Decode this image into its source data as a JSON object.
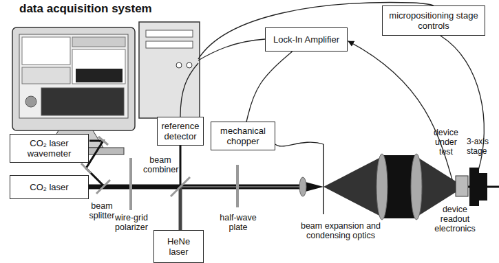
{
  "diagram": {
    "nodes": [
      {
        "text": [
          "micropositioning stage controls"
        ]
      },
      {
        "text": [
          "Lock-In Amplifier"
        ]
      },
      {
        "text": [
          "reference detector"
        ]
      },
      {
        "text": [
          "mechanical chopper"
        ]
      },
      {
        "text": [
          "CO₂ laser wavemeter"
        ]
      },
      {
        "text": [
          "CO₂ laser"
        ]
      },
      {
        "text": [
          "HeNe laser"
        ]
      }
    ],
    "edges": [
      {
        "from": 3,
        "to": 1,
        "arrow": "none"
      }
    ],
    "labels": [
      "data acquisition system",
      "beam splitter",
      "wire-grid polarizer",
      "beam combiner",
      "half-wave plate",
      "beam expansion and condensing optics",
      "device under test",
      "device readout electronics",
      "3-axis stage"
    ]
  }
}
